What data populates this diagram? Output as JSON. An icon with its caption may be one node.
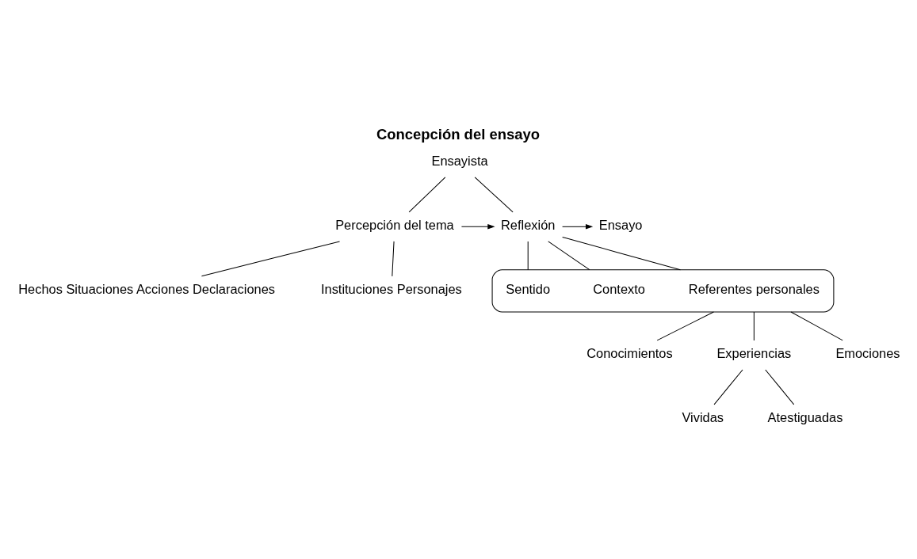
{
  "diagram": {
    "title": "Concepción del ensayo",
    "nodes": [
      {
        "text": [
          "Ensayista"
        ]
      },
      {
        "text": [
          "Percepción del tema"
        ]
      },
      {
        "text": [
          "Reflexión"
        ]
      },
      {
        "text": [
          "Ensayo"
        ]
      },
      {
        "text": [
          "Hechos Situaciones Acciones Declaraciones"
        ]
      },
      {
        "text": [
          "Instituciones Personajes"
        ]
      },
      {
        "text": [],
        "shape": "box"
      },
      {
        "text": [
          "Referentes personales"
        ],
        "in": 6
      },
      {
        "text": [
          "Contexto"
        ],
        "in": 6
      },
      {
        "text": [
          "Sentido"
        ],
        "in": 6
      },
      {
        "text": [
          "Conocimientos"
        ]
      },
      {
        "text": [
          "Experiencias"
        ]
      },
      {
        "text": [
          "Emociones"
        ]
      },
      {
        "text": [
          "Vividas"
        ]
      },
      {
        "text": [
          "Atestiguadas"
        ]
      }
    ],
    "edges": [
      {
        "from": 0,
        "to": 1,
        "arrow": "none"
      },
      {
        "from": 0,
        "to": 2,
        "arrow": "none"
      },
      {
        "from": 1,
        "to": 2,
        "arrow": "to"
      },
      {
        "from": 2,
        "to": 3,
        "arrow": "to"
      },
      {
        "from": 1,
        "to": 4,
        "arrow": "none"
      },
      {
        "from": 1,
        "to": 5,
        "arrow": "none"
      },
      {
        "from": 2,
        "to": 7,
        "arrow": "none"
      },
      {
        "from": 2,
        "to": 8,
        "arrow": "none"
      },
      {
        "from": 2,
        "to": 9,
        "arrow": "none"
      },
      {
        "from": 7,
        "to": 10,
        "arrow": "none"
      },
      {
        "from": 7,
        "to": 11,
        "arrow": "none"
      },
      {
        "from": 7,
        "to": 12,
        "arrow": "none"
      },
      {
        "from": 11,
        "to": 13,
        "arrow": "none"
      },
      {
        "from": 11,
        "to": 14,
        "arrow": "none"
      }
    ]
  }
}
